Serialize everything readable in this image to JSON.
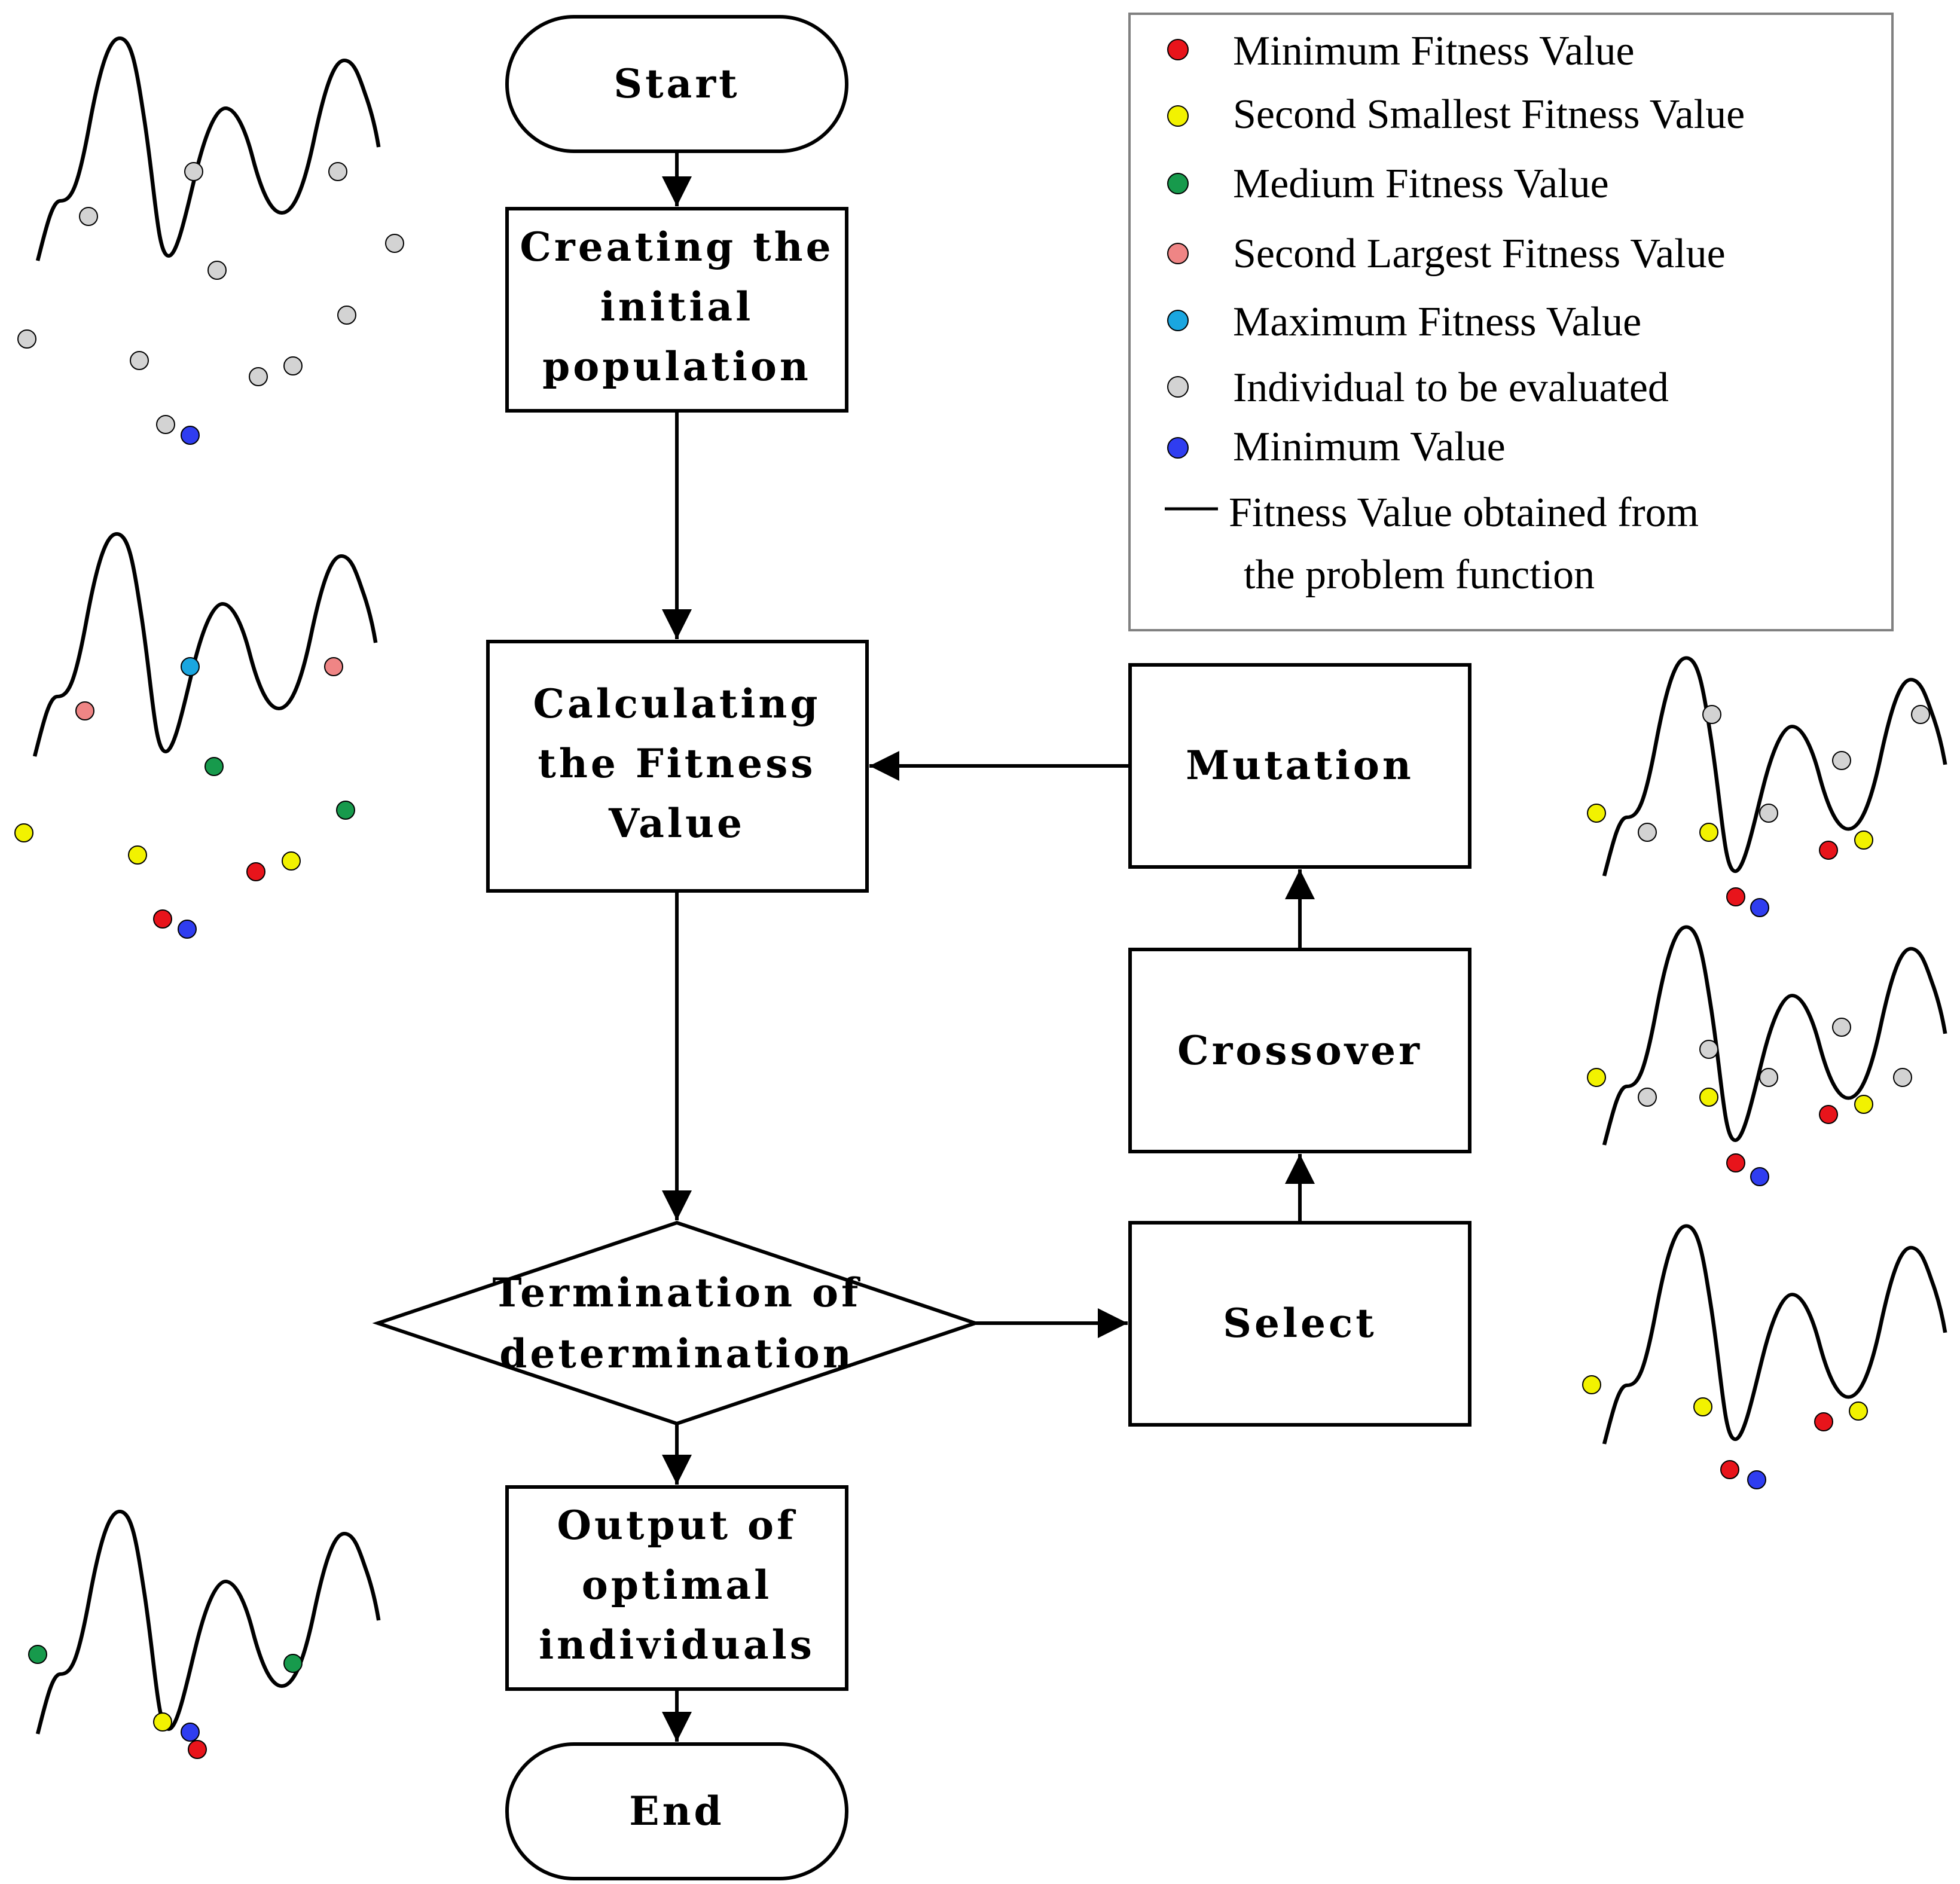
{
  "flowchart": {
    "start": "Start",
    "create": [
      "Creating the",
      "initial",
      "population"
    ],
    "fitness": [
      "Calculating",
      "the Fitness",
      "Value"
    ],
    "decision": [
      "Termination of",
      "determination"
    ],
    "output": [
      "Output of",
      "optimal",
      "individuals"
    ],
    "end": "End",
    "mutation": "Mutation",
    "crossover": "Crossover",
    "select": "Select"
  },
  "legend": {
    "items": [
      {
        "label": "Minimum Fitness Value",
        "color": "#e8141b"
      },
      {
        "label": "Second Smallest Fitness Value",
        "color": "#f2f200"
      },
      {
        "label": "Medium Fitness Value",
        "color": "#179a4c"
      },
      {
        "label": "Second Largest Fitness Value",
        "color": "#ef8585"
      },
      {
        "label": "Maximum Fitness Value",
        "color": "#1aa6e0"
      },
      {
        "label": "Individual to be evaluated",
        "color": "#d3d3d3"
      },
      {
        "label": "Minimum Value",
        "color": "#2f3df0"
      }
    ],
    "line_label": [
      "Fitness Value obtained from",
      "the problem function"
    ]
  },
  "colors": {
    "min_fitness": "#e8141b",
    "second_smallest": "#f2f200",
    "medium": "#179a4c",
    "second_largest": "#ef8585",
    "max_fitness": "#1aa6e0",
    "unevaluated": "#d3d3d3",
    "min_value": "#2f3df0"
  }
}
